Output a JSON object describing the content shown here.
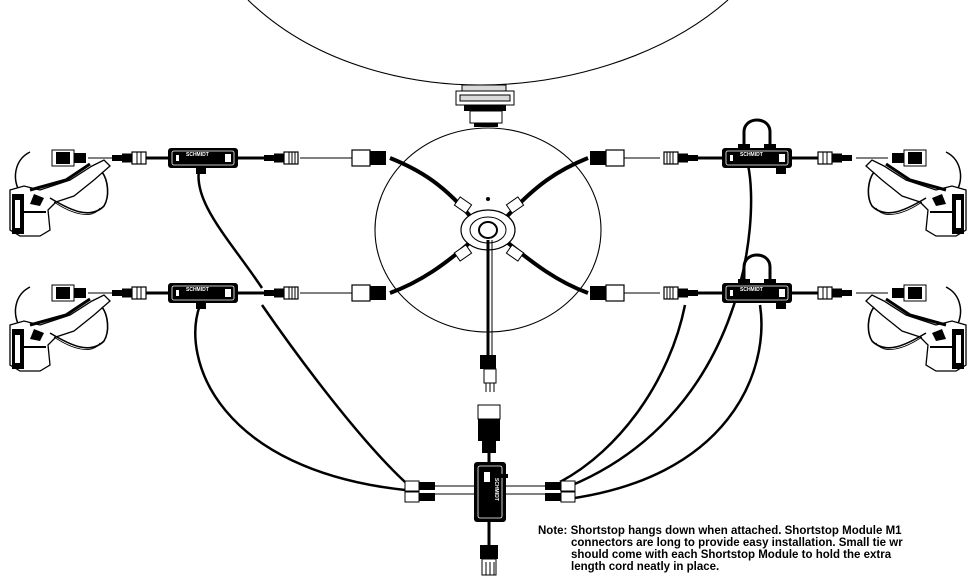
{
  "modules": {
    "brand_label": "SCHMIDT"
  },
  "note": {
    "prefix": "Note:",
    "line1": "Shortstop hangs down when attached. Shortstop Module M1",
    "line2": "connectors are long to provide easy installation. Small tie wr",
    "line3": "should come with each Shortstop Module to hold the extra",
    "line4": "length cord neatly in place."
  },
  "colors": {
    "stroke": "#000000",
    "background": "#ffffff",
    "metal": "#d9d9d9"
  }
}
